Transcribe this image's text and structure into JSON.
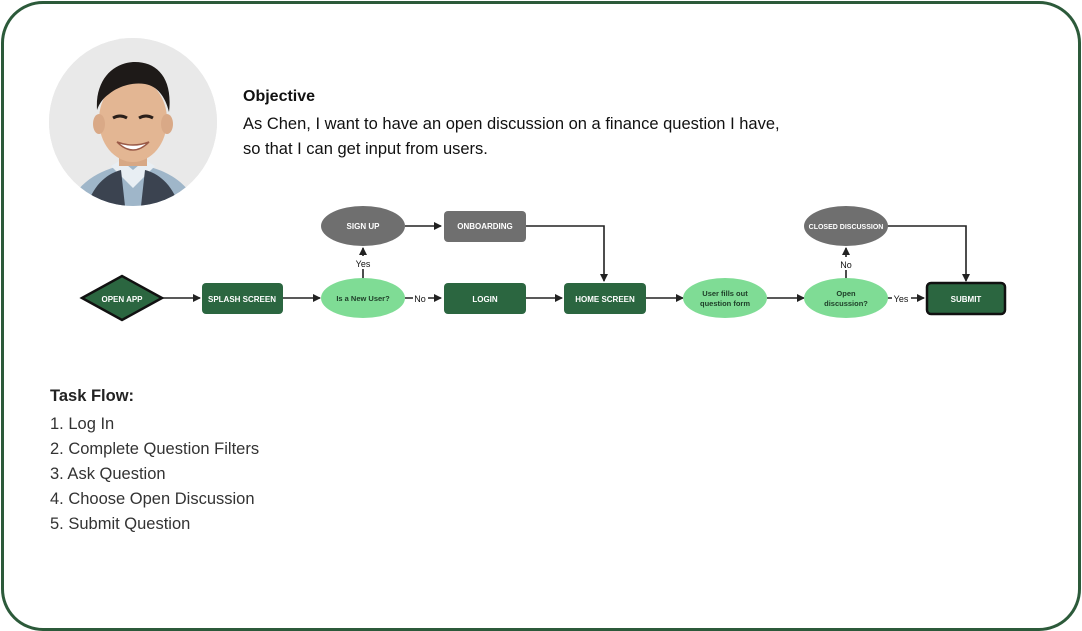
{
  "objective": {
    "title": "Objective",
    "text": "As Chen, I want to have an open discussion on a finance question I have, so that I can get input from users."
  },
  "flow": {
    "open_app": "OPEN APP",
    "splash_screen": "SPLASH SCREEN",
    "new_user_question": "Is a New User?",
    "sign_up": "SIGN UP",
    "onboarding": "ONBOARDING",
    "login": "LOGIN",
    "home_screen": "HOME SCREEN",
    "question_form_line1": "User fills out",
    "question_form_line2": "question form",
    "open_discussion_line1": "Open",
    "open_discussion_line2": "discussion?",
    "closed_discussion": "CLOSED DISCUSSION",
    "submit": "SUBMIT",
    "label_yes_new_user": "Yes",
    "label_no_new_user": "No",
    "label_no_discussion": "No",
    "label_yes_discussion": "Yes"
  },
  "task_flow": {
    "title": "Task Flow:",
    "steps": [
      "1. Log In",
      "2. Complete Question Filters",
      "3. Ask Question",
      "4. Choose Open Discussion",
      "5. Submit Question"
    ]
  },
  "colors": {
    "dark_green": "#2b6640",
    "light_green": "#7fdc95",
    "gray": "#6f6f6f",
    "border": "#2c5a3a"
  }
}
